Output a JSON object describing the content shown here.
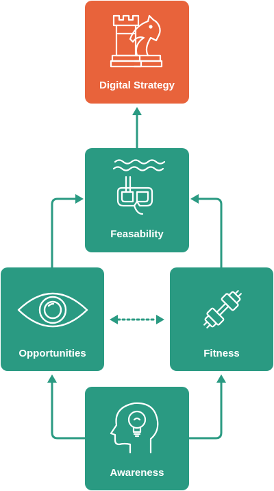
{
  "colors": {
    "accent": "#e8633b",
    "primary": "#2a9a82",
    "icon_stroke": "#ffffff"
  },
  "nodes": {
    "strategy": {
      "label": "Digital Strategy",
      "icon": "chess-rook-knight-icon"
    },
    "feasability": {
      "label": "Feasability",
      "icon": "snorkel-mask-icon"
    },
    "opportunities": {
      "label": "Opportunities",
      "icon": "eye-icon"
    },
    "fitness": {
      "label": "Fitness",
      "icon": "dumbbell-icon"
    },
    "awareness": {
      "label": "Awareness",
      "icon": "head-lightbulb-icon"
    }
  },
  "connections": [
    {
      "from": "feasability",
      "to": "strategy",
      "style": "solid"
    },
    {
      "from": "opportunities",
      "to": "feasability",
      "style": "solid"
    },
    {
      "from": "fitness",
      "to": "feasability",
      "style": "solid"
    },
    {
      "from": "awareness",
      "to": "opportunities",
      "style": "solid"
    },
    {
      "from": "awareness",
      "to": "fitness",
      "style": "solid"
    },
    {
      "from": "opportunities",
      "to": "fitness",
      "style": "dotted-bidirectional"
    }
  ]
}
